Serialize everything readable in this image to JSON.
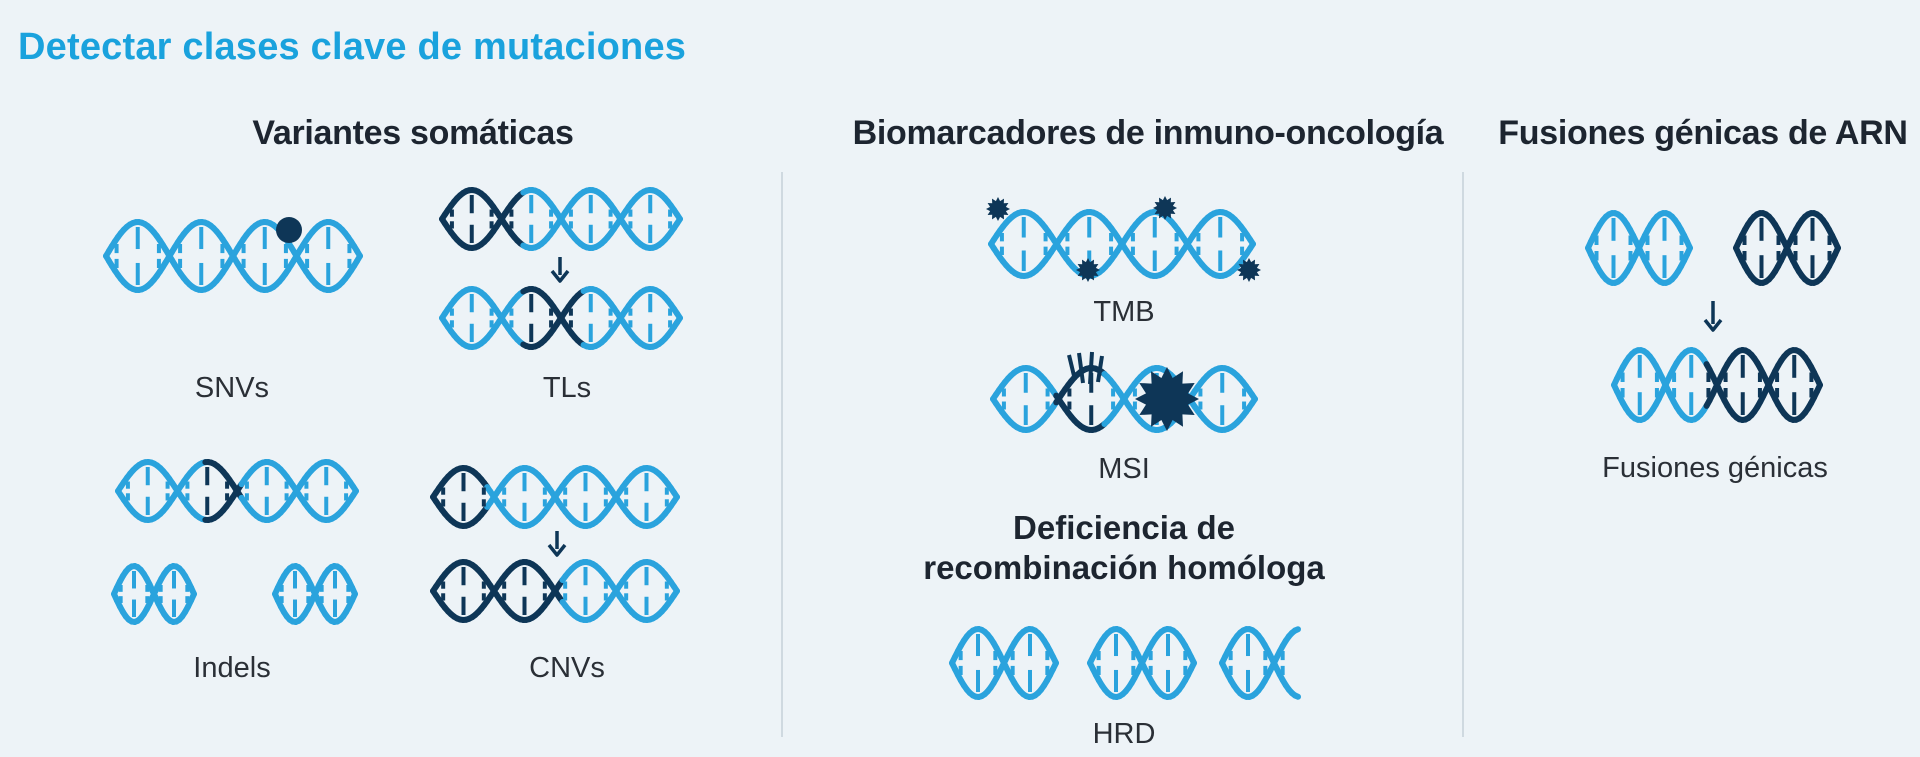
{
  "title": "Detectar clases clave de mutaciones",
  "sections": {
    "somatic": {
      "title": "Variantes somáticas",
      "snv": "SNVs",
      "tl": "TLs",
      "indel": "Indels",
      "cnv": "CNVs"
    },
    "immuno": {
      "title": "Biomarcadores de inmuno-oncología",
      "tmb": "TMB",
      "msi": "MSI",
      "hrd_title_line1": "Deficiencia de",
      "hrd_title_line2": "recombinación homóloga",
      "hrd": "HRD"
    },
    "fusion": {
      "title": "Fusiones génicas de ARN",
      "label": "Fusiones génicas"
    }
  },
  "colors": {
    "light_strand": "#2aa3dd",
    "dark_strand": "#0e3657",
    "title": "#1aa2dd",
    "text": "#1d2530"
  }
}
